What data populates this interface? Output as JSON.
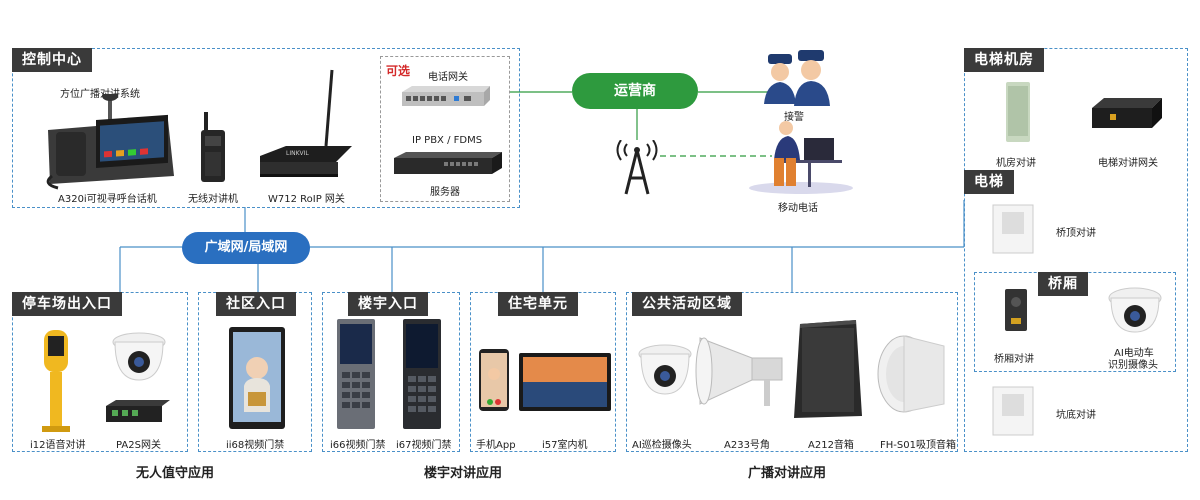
{
  "control_center": {
    "title": "控制中心",
    "broadcast_system": "方位广播对讲系统",
    "optional_label": "可选",
    "phone_gateway": "电话网关",
    "ip_pbx": "IP PBX / FDMS",
    "server": "服务器",
    "devices": {
      "a320i": "A320i可视寻呼台话机",
      "walkie": "无线对讲机",
      "w712": "W712 RoIP 网关"
    },
    "w712_brand": "LINKVIL"
  },
  "operator": {
    "label": "运营商"
  },
  "police": {
    "label": "接警"
  },
  "mobile": {
    "label": "移动电话"
  },
  "network": {
    "label": "广域网/局域网"
  },
  "elevator_room": {
    "title": "电梯机房",
    "devices": {
      "room_intercom": "机房对讲",
      "gateway": "电梯对讲网关"
    }
  },
  "elevator": {
    "title": "电梯",
    "top_intercom": "桥顶对讲"
  },
  "car": {
    "title": "桥厢",
    "car_intercom": "桥厢对讲",
    "ai_camera_line1": "AI电动车",
    "ai_camera_line2": "识别摄像头"
  },
  "pit": {
    "label": "坑底对讲"
  },
  "sections": {
    "parking": {
      "title": "停车场出入口",
      "devices": [
        "i12语音对讲",
        "PA2S网关"
      ]
    },
    "community": {
      "title": "社区入口",
      "devices": [
        "ii68视频门禁"
      ]
    },
    "building": {
      "title": "楼宇入口",
      "devices": [
        "i66视频门禁",
        "i67视频门禁"
      ]
    },
    "residence": {
      "title": "住宅单元",
      "devices": [
        "手机App",
        "i57室内机"
      ]
    },
    "public": {
      "title": "公共活动区域",
      "devices": [
        "AI巡检摄像头",
        "A233号角",
        "A212音箱",
        "FH-S01吸顶音箱"
      ]
    }
  },
  "applications": {
    "unattended": "无人值守应用",
    "building_intercom": "楼宇对讲应用",
    "broadcast_intercom": "广播对讲应用"
  },
  "colors": {
    "accent_green": "#2e9a3e",
    "accent_blue": "#2a6fc0",
    "line_blue": "#4a90c8"
  }
}
